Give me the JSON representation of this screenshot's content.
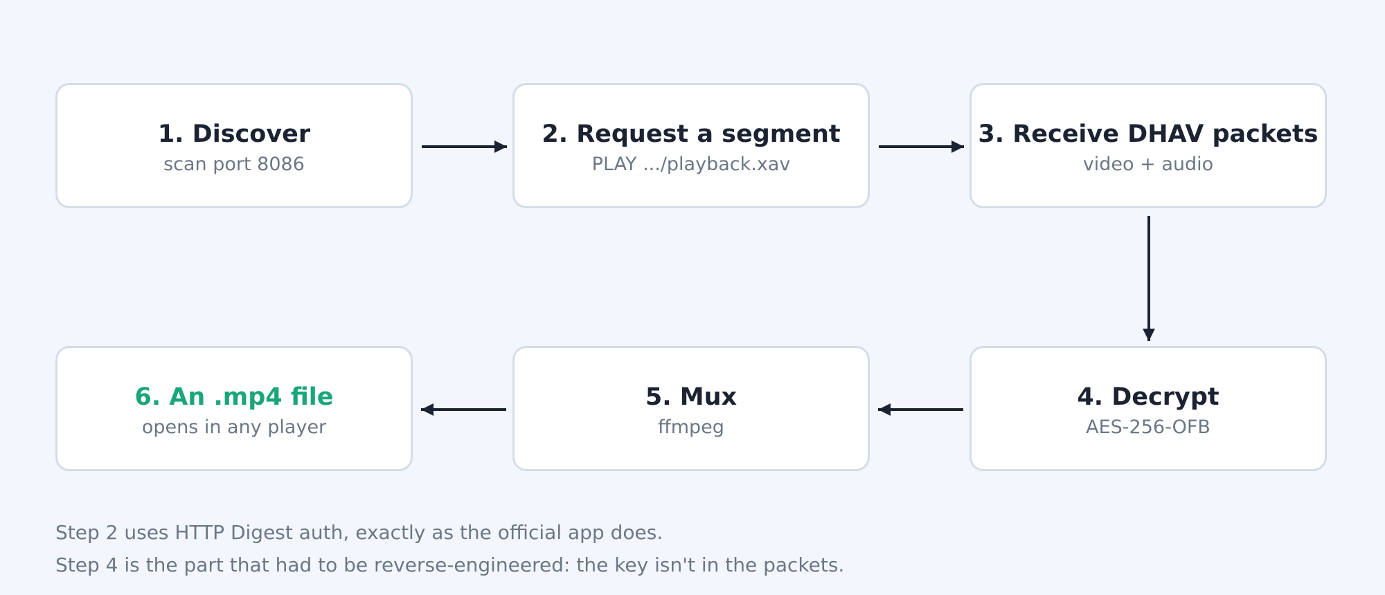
{
  "steps": [
    {
      "title": "1. Discover",
      "subtitle": "scan port 8086"
    },
    {
      "title": "2. Request a segment",
      "subtitle": "PLAY .../playback.xav"
    },
    {
      "title": "3. Receive DHAV packets",
      "subtitle": "video + audio"
    },
    {
      "title": "4. Decrypt",
      "subtitle": "AES-256-OFB"
    },
    {
      "title": "5. Mux",
      "subtitle": "ffmpeg"
    },
    {
      "title": "6. An .mp4 file",
      "subtitle": "opens in any player"
    }
  ],
  "notes": [
    "Step 2 uses HTTP Digest auth, exactly as the official app does.",
    "Step 4 is the part that had to be reverse-engineered: the key isn't in the packets."
  ],
  "colors": {
    "background": "#f3f7fd",
    "box_border": "#d3dde8",
    "title": "#1b2232",
    "final_title": "#1aa67a",
    "subtitle": "#6b7786",
    "arrow": "#1b2232"
  }
}
